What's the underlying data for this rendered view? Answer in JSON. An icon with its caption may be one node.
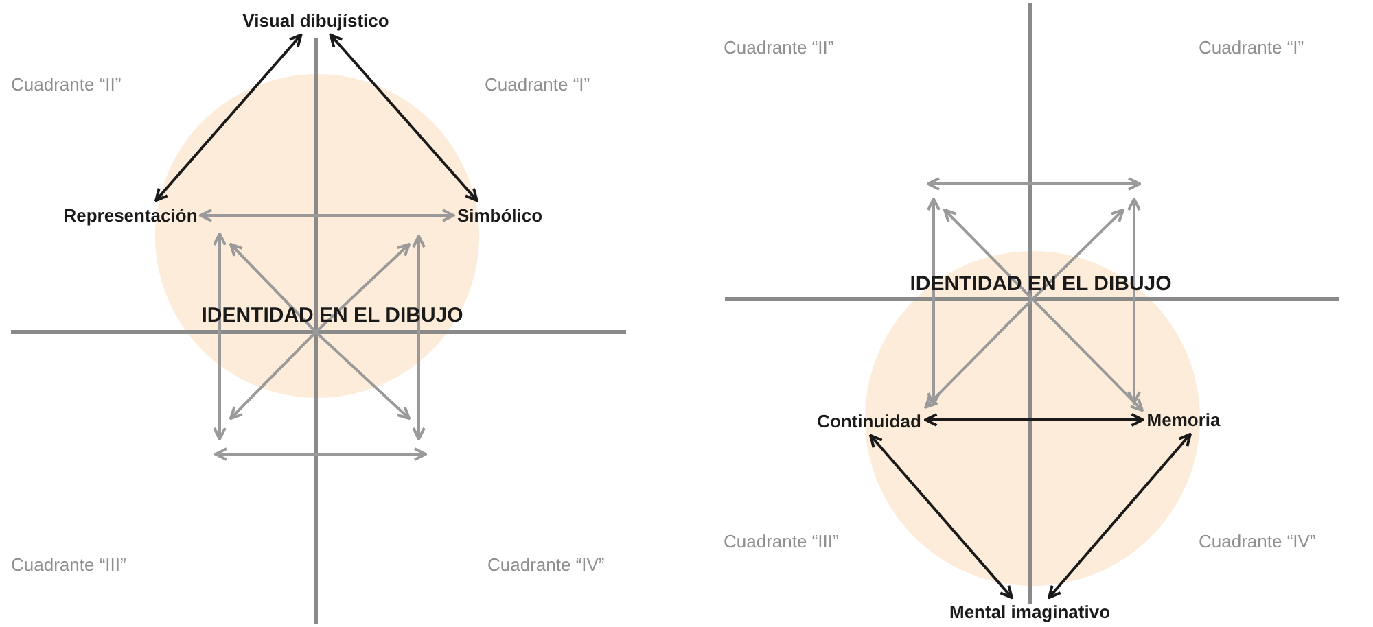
{
  "diagram": {
    "nodes": [
      {
        "text": [
          "Visual dibujístico"
        ]
      },
      {
        "text": [
          "Representación"
        ]
      },
      {
        "text": [
          "Simbólico"
        ]
      },
      {
        "text": [
          "IDENTIDAD EN EL DIBUJO"
        ]
      },
      {
        "text": [
          "IDENTIDAD EN EL DIBUJO"
        ]
      },
      {
        "text": [
          "Continuidad"
        ]
      },
      {
        "text": [
          "Memoria"
        ]
      },
      {
        "text": [
          "Mental imaginativo"
        ]
      }
    ],
    "edges": [
      {
        "from": 0,
        "to": 1,
        "arrow": "both",
        "color": "#1a1a1a"
      },
      {
        "from": 0,
        "to": 2,
        "arrow": "both",
        "color": "#1a1a1a"
      },
      {
        "from": 1,
        "to": 2,
        "arrow": "both"
      },
      {
        "from": null,
        "to": 1,
        "arrow": "both"
      },
      {
        "from": null,
        "to": 2,
        "arrow": "both"
      },
      {
        "from": null,
        "to": 5,
        "arrow": "both"
      },
      {
        "from": null,
        "to": 6,
        "arrow": "both"
      },
      {
        "from": 4,
        "to": 5,
        "arrow": "to"
      },
      {
        "from": 4,
        "to": 6,
        "arrow": "to"
      },
      {
        "from": 5,
        "to": 6,
        "arrow": "both",
        "color": "#1a1a1a"
      },
      {
        "from": 5,
        "to": 7,
        "arrow": "both",
        "color": "#1a1a1a"
      },
      {
        "from": 6,
        "to": 7,
        "arrow": "both",
        "color": "#1a1a1a"
      }
    ],
    "labels": [
      "Cuadrante “II”",
      "Cuadrante “I”",
      "Cuadrante “III”",
      "Cuadrante “IV”",
      "Cuadrante “II”",
      "Cuadrante “I”",
      "Cuadrante “III”",
      "Cuadrante “IV”"
    ]
  }
}
